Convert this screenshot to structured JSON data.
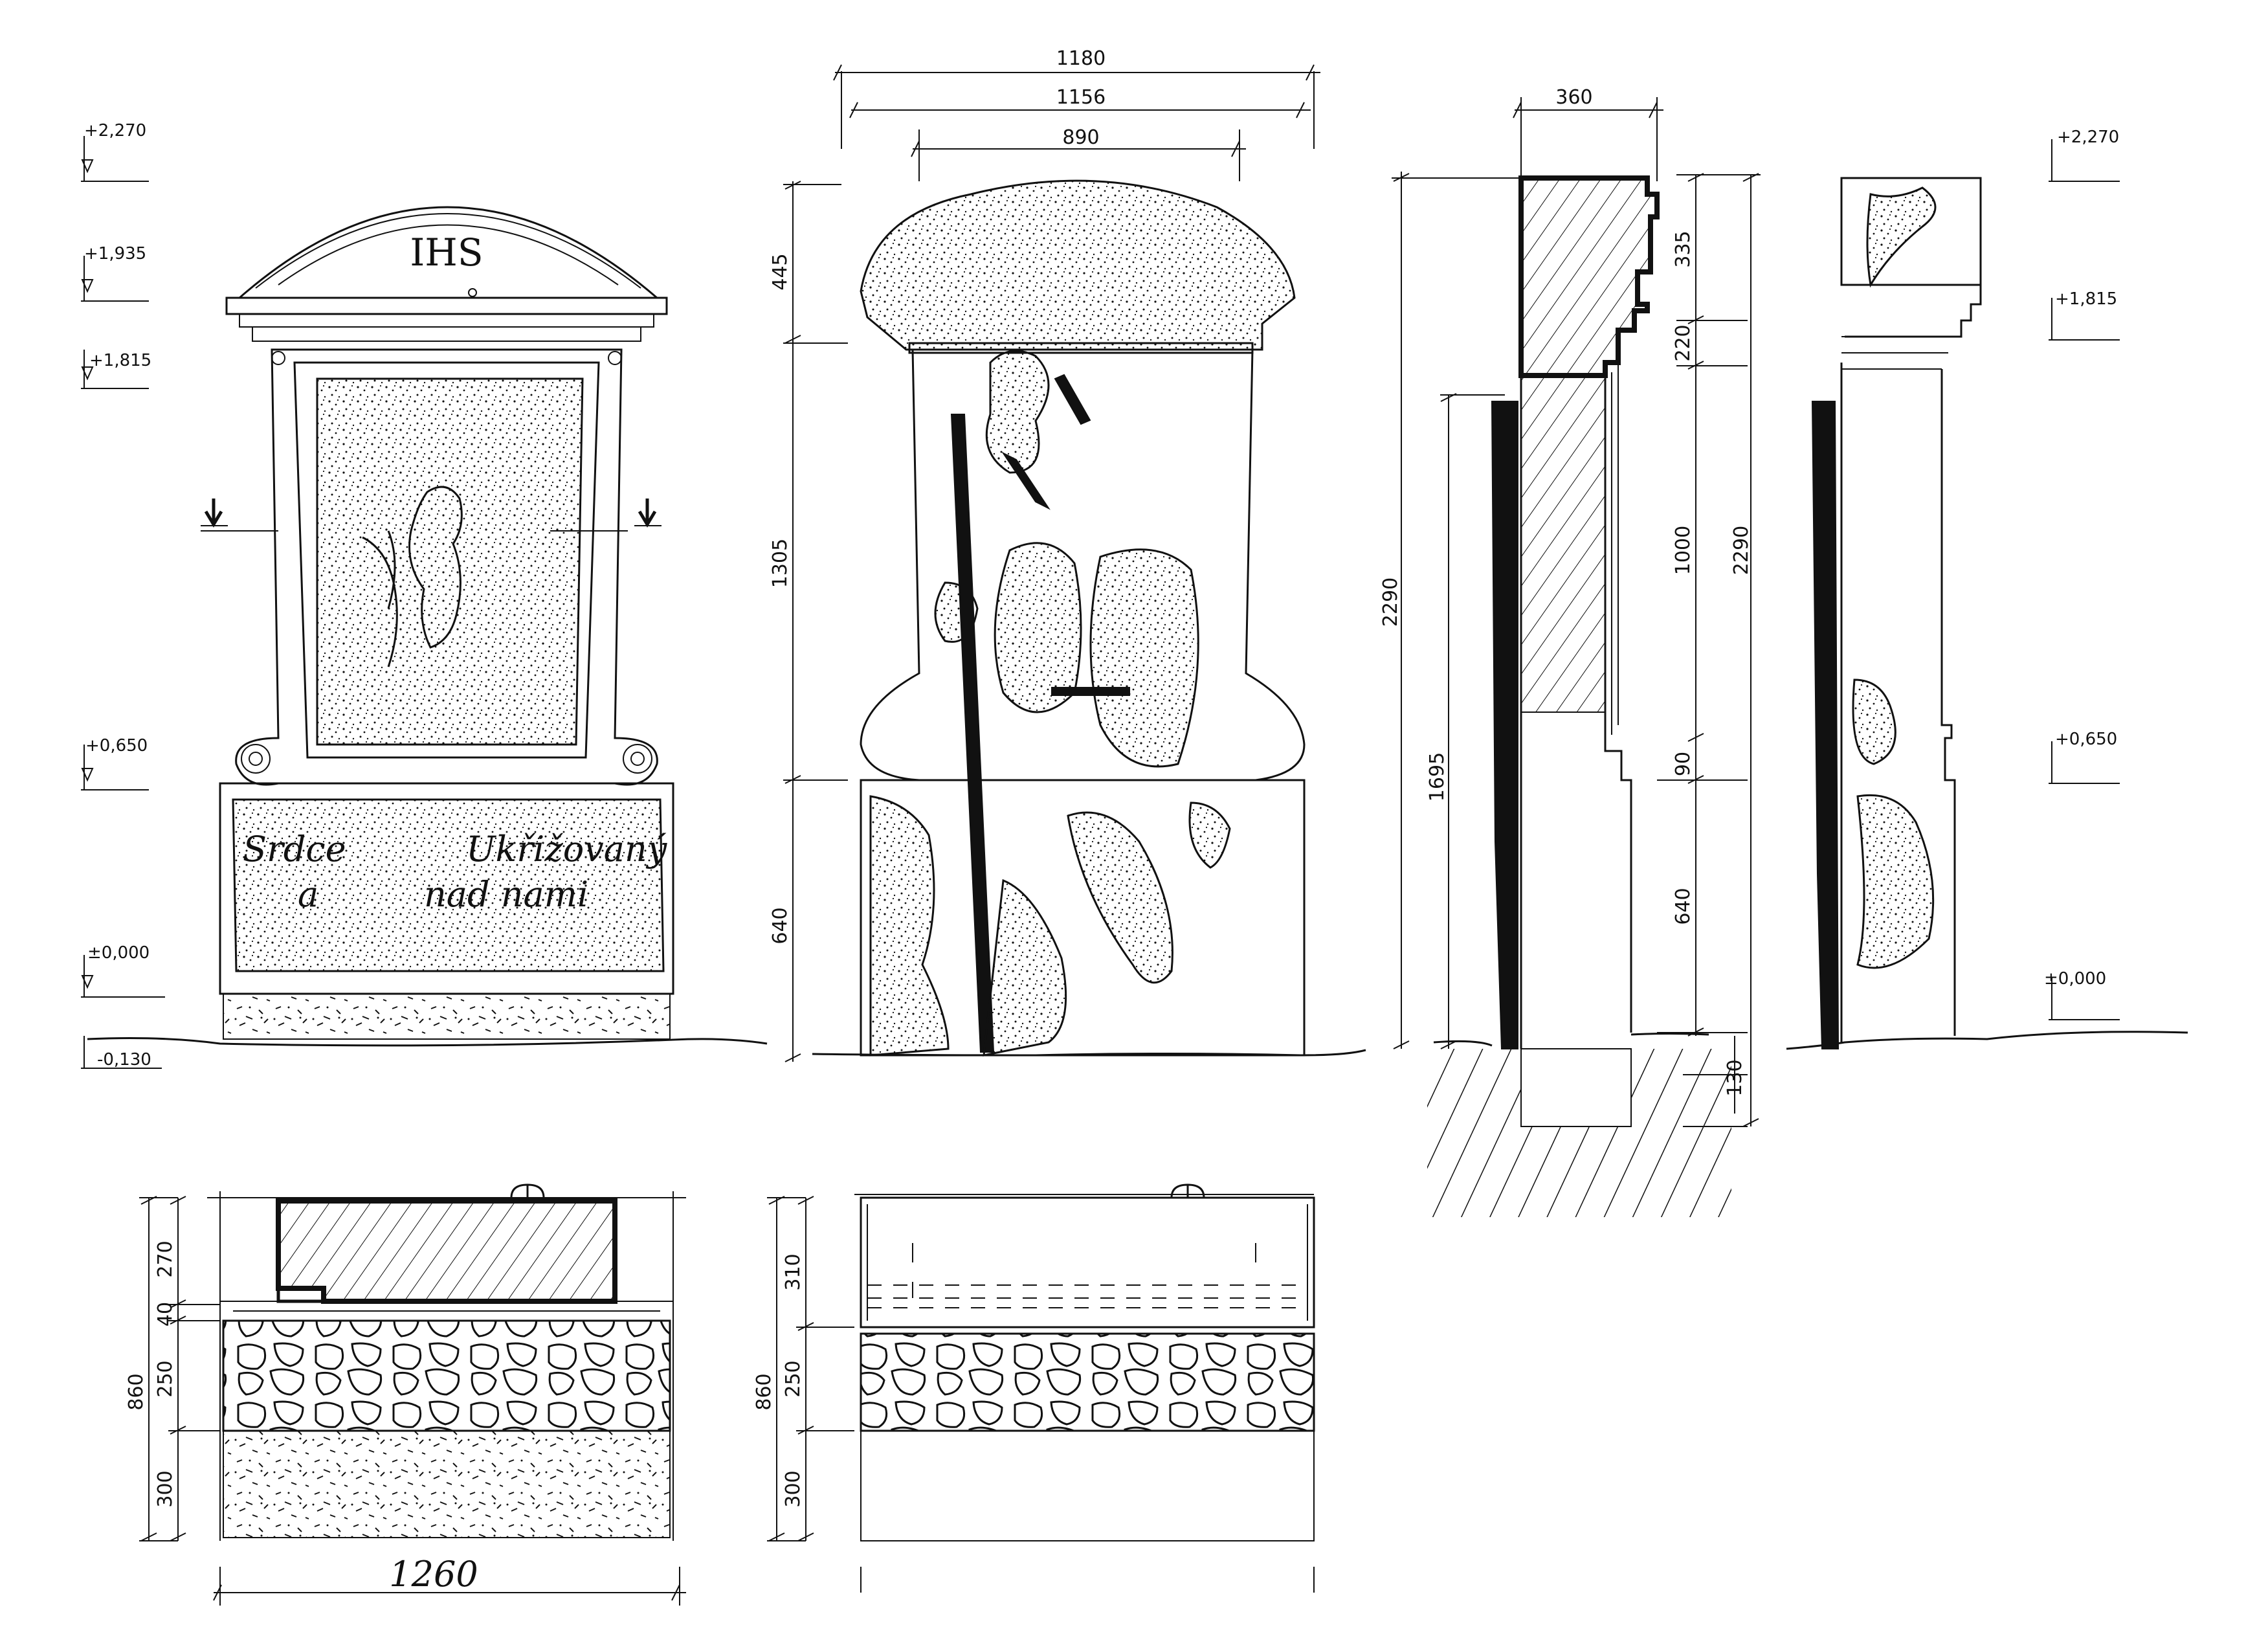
{
  "colors": {
    "ink": "#111111",
    "paper": "#ffffff"
  },
  "levels": {
    "front": {
      "top": "+2,270",
      "cornice": "+1,935",
      "frame": "+1,815",
      "plinth": "+0,650",
      "ground": "±0,000",
      "base": "-0,130"
    },
    "side": {
      "top": "+2,270",
      "frame": "+1,815",
      "plinth": "+0,650",
      "ground": "±0,000"
    }
  },
  "front_elevation": {
    "monogram": "IHS",
    "inscription_line1_a": "Srdce",
    "inscription_line1_b": "Ukřižovaný",
    "inscription_line2_a": "a",
    "inscription_line2_b": "nad nami"
  },
  "back_elevation": {
    "dim_1180": "1180",
    "dim_1156": "1156",
    "dim_890": "890",
    "dim_445": "445",
    "dim_1305": "1305",
    "dim_640": "640"
  },
  "section": {
    "dim_360": "360",
    "dim_2290_left": "2290",
    "dim_1695": "1695",
    "dim_335": "335",
    "dim_220": "220",
    "dim_1000": "1000",
    "dim_2290_right": "2290",
    "dim_90": "90",
    "dim_640": "640",
    "dim_130": "130"
  },
  "foundation_front": {
    "dim_860": "860",
    "dim_270": "270",
    "dim_40": "40",
    "dim_250": "250",
    "dim_300": "300",
    "dim_1260": "1260"
  },
  "foundation_back": {
    "dim_860": "860",
    "dim_310": "310",
    "dim_250": "250",
    "dim_300": "300"
  }
}
